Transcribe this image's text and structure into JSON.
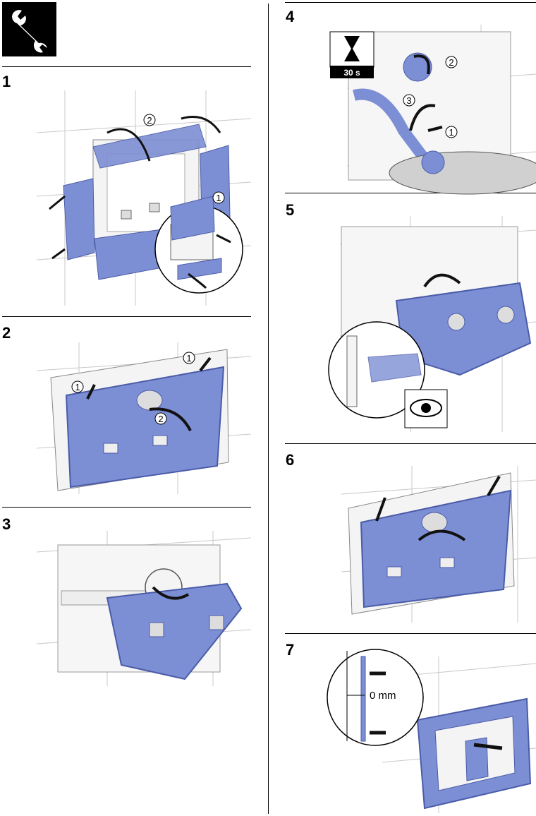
{
  "tool_icon": "wrench-icon",
  "steps": [
    {
      "number": "1",
      "callouts": [
        "1",
        "2"
      ]
    },
    {
      "number": "2",
      "callouts": [
        "1",
        "1",
        "2"
      ]
    },
    {
      "number": "3",
      "callouts": []
    },
    {
      "number": "4",
      "callouts": [
        "2",
        "3",
        "1"
      ],
      "timer_label": "30 s",
      "timer_icon": "hourglass-icon"
    },
    {
      "number": "5",
      "callouts": [],
      "inspect_icon": "eye-icon"
    },
    {
      "number": "6",
      "callouts": []
    },
    {
      "number": "7",
      "callouts": [],
      "gap_label": "0 mm"
    }
  ],
  "colors": {
    "part_blue": "#7d8fd4",
    "part_blue_dark": "#4a5ba8",
    "tile_line": "#c8c8c8",
    "arrow": "#111111"
  }
}
